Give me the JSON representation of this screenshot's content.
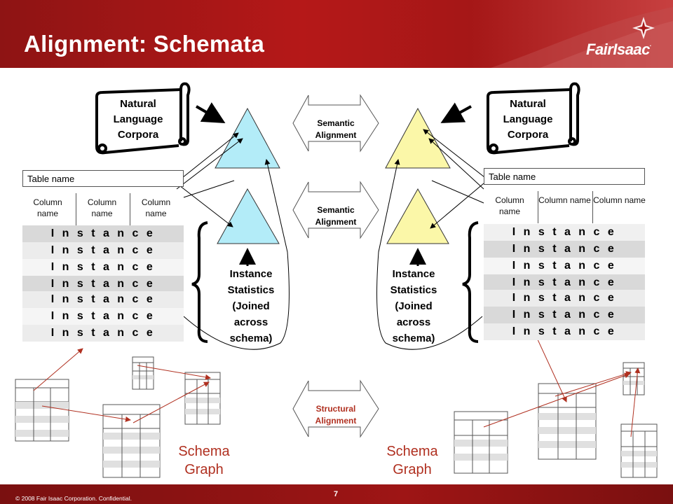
{
  "header": {
    "title": "Alignment: Schemata",
    "logo": "FairIsaac",
    "logo_mark": "."
  },
  "footer": {
    "copyright": "© 2008 Fair Isaac Corporation. Confidential.",
    "page_number": "7"
  },
  "left": {
    "corpora": [
      "Natural",
      "Language",
      "Corpora"
    ],
    "table_name": "Table name",
    "columns": [
      "Column name",
      "Column name",
      "Column name"
    ],
    "instances": [
      "I n s t a n c e",
      "I n s t a n c e",
      "I n s t a n c e",
      "I n s t a n c e",
      "I n s t a n c e",
      "I n s t a n c e",
      "I n s t a n c e"
    ],
    "statistics": [
      "Instance",
      "Statistics",
      "(Joined",
      "across",
      "schema)"
    ],
    "schema_graph": [
      "Schema",
      "Graph"
    ]
  },
  "right": {
    "corpora": [
      "Natural",
      "Language",
      "Corpora"
    ],
    "table_name": "Table name",
    "columns": [
      "Column name",
      "Column name",
      "Column name"
    ],
    "instances": [
      "I n s t a n c e",
      "I n s t a n c e",
      "I n s t a n c e",
      "I n s t a n c e",
      "I n s t a n c e",
      "I n s t a n c e",
      "I n s t a n c e"
    ],
    "statistics": [
      "Instance",
      "Statistics",
      "(Joined",
      "across",
      "schema)"
    ],
    "schema_graph": [
      "Schema",
      "Graph"
    ]
  },
  "center": {
    "semantic_top": [
      "Semantic",
      "Alignment"
    ],
    "semantic_mid": [
      "Semantic",
      "Alignment"
    ],
    "structural": [
      "Structural",
      "Alignment"
    ]
  },
  "colors": {
    "header_red": "#a51717",
    "left_triangle": "#b3ecf8",
    "right_triangle": "#fbf7a8",
    "schema_red": "#b03020"
  }
}
